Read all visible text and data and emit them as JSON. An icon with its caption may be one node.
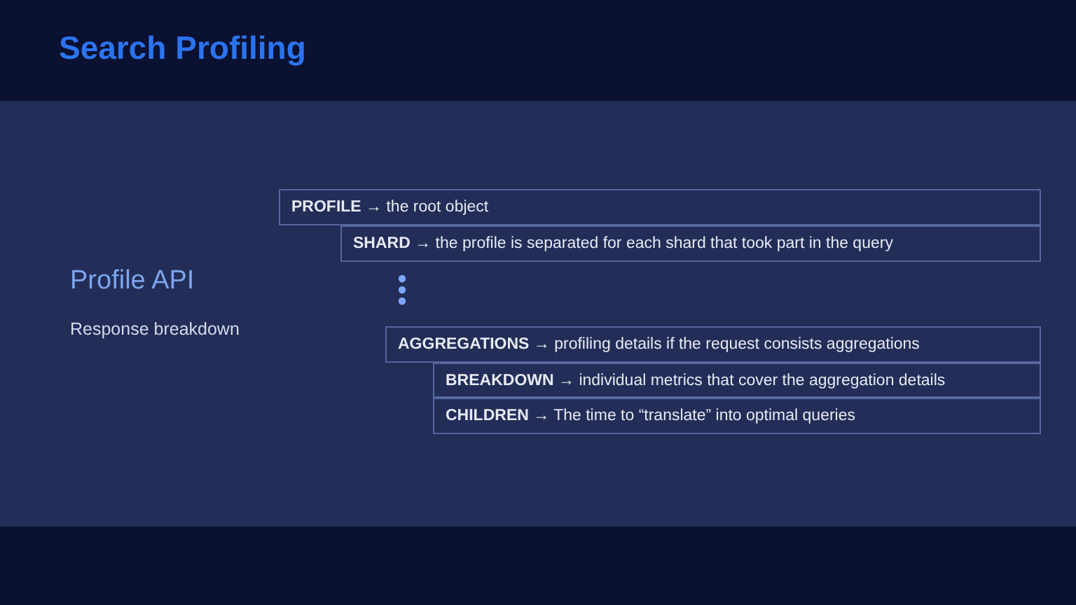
{
  "diagram": {
    "title": "Search Profiling",
    "nodes": [
      {
        "text": [
          "**PROFILE** → the root object"
        ]
      },
      {
        "text": [
          "**SHARD** → the profile is separated for each shard that took part in the query"
        ]
      },
      {
        "text": [
          "**AGGREGATIONS** → profiling details if the request consists aggregations"
        ]
      },
      {
        "text": [
          "**BREAKDOWN** → individual metrics that cover the aggregation details"
        ]
      },
      {
        "text": [
          "**CHILDREN** → The time to “translate” into optimal queries"
        ]
      }
    ],
    "labels": [
      "Profile API",
      "Response breakdown"
    ]
  }
}
